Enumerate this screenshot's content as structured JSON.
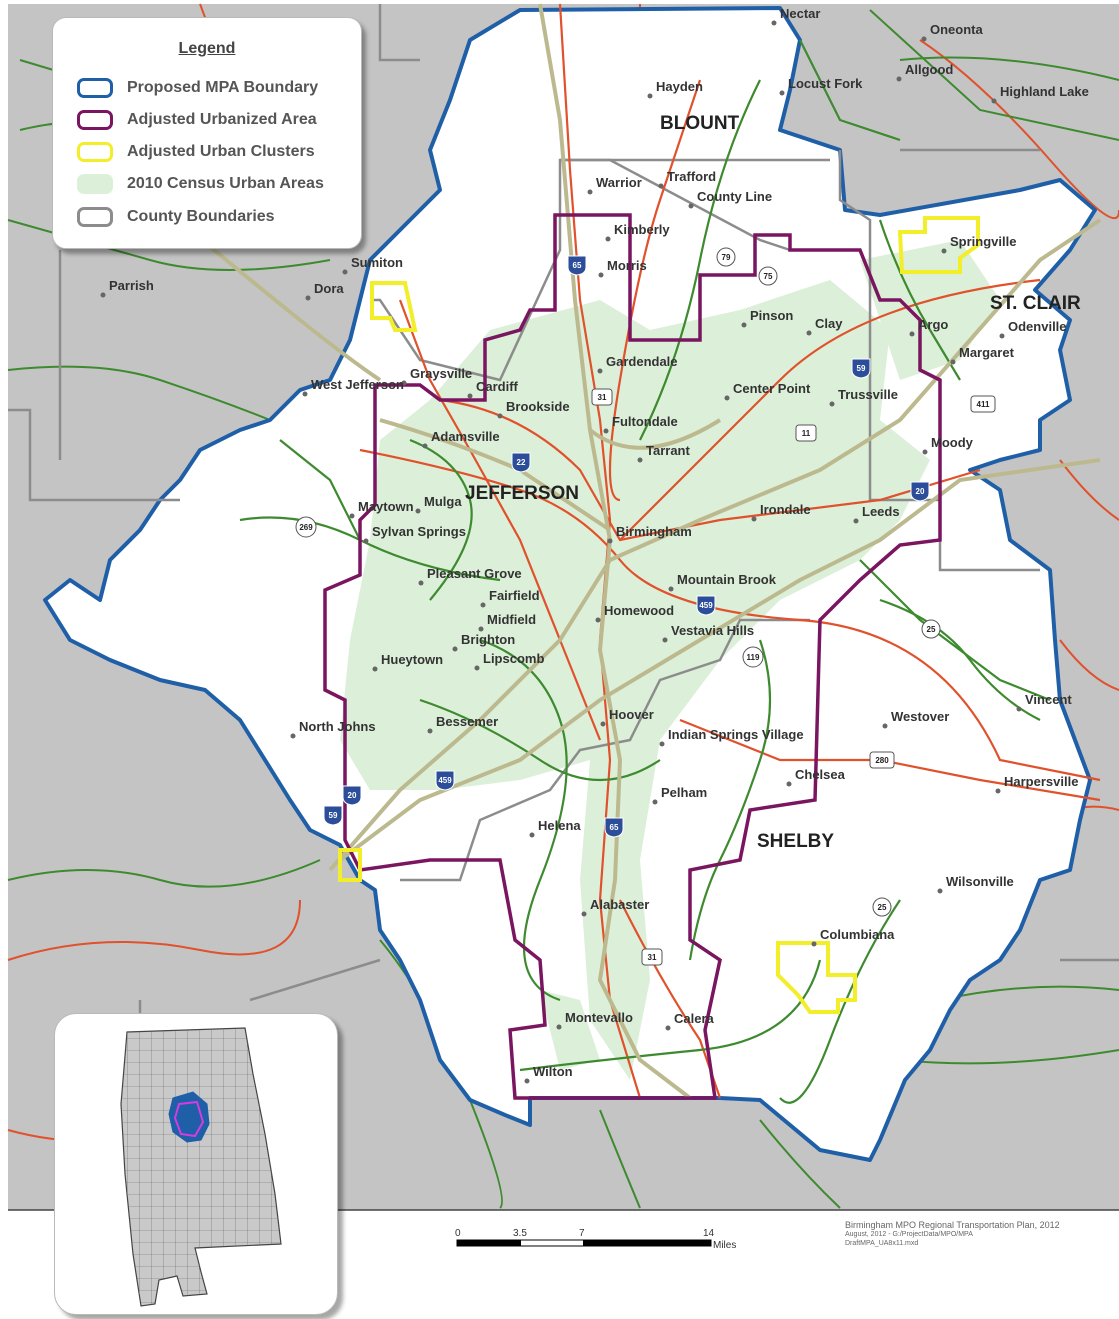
{
  "colors": {
    "mpa_boundary": "#1f5fa8",
    "urbanized_area": "#7a1560",
    "urban_clusters": "#f2ee2a",
    "census_urban": "#dcefd9",
    "county_boundary": "#8c8c8c",
    "outside": "#c4c4c4",
    "road_red": "#e0512c",
    "road_green": "#3d8a2f",
    "interstate": "#d9d6b8"
  },
  "legend": {
    "title": "Legend",
    "items": [
      {
        "label": "Proposed MPA Boundary"
      },
      {
        "label": "Adjusted Urbanized Area"
      },
      {
        "label": "Adjusted Urban Clusters"
      },
      {
        "label": "2010 Census Urban Areas"
      },
      {
        "label": "County Boundaries"
      }
    ]
  },
  "counties": [
    "BLOUNT",
    "JEFFERSON",
    "ST. CLAIR",
    "SHELBY"
  ],
  "cities": [
    "Nectar",
    "Oneonta",
    "Allgood",
    "Highland Lake",
    "Hayden",
    "Locust Fork",
    "Warrior",
    "Trafford",
    "County Line",
    "Kimberly",
    "Morris",
    "Sumiton",
    "Dora",
    "Parrish",
    "Springville",
    "Pinson",
    "Clay",
    "Argo",
    "Odenville",
    "Margaret",
    "Gardendale",
    "Graysville",
    "Cardiff",
    "West Jefferson",
    "Brookside",
    "Center Point",
    "Trussville",
    "Fultondale",
    "Adamsville",
    "Moody",
    "Tarrant",
    "Maytown",
    "Mulga",
    "Sylvan Springs",
    "Irondale",
    "Leeds",
    "Birmingham",
    "Pleasant Grove",
    "Mountain Brook",
    "Fairfield",
    "Homewood",
    "Midfield",
    "Vestavia Hills",
    "Brighton",
    "Hueytown",
    "Lipscomb",
    "Westover",
    "Vincent",
    "North Johns",
    "Bessemer",
    "Hoover",
    "Indian Springs Village",
    "Chelsea",
    "Harpersville",
    "Pelham",
    "Helena",
    "Wilsonville",
    "Alabaster",
    "Columbiana",
    "Montevallo",
    "Calera",
    "Wilton"
  ],
  "shields": [
    "65",
    "79",
    "75",
    "59",
    "31",
    "22",
    "11",
    "411",
    "20",
    "269",
    "459",
    "25",
    "119",
    "280",
    "20",
    "59",
    "459",
    "65",
    "25",
    "31"
  ],
  "scale": {
    "ticks": [
      "0",
      "3.5",
      "7",
      "14"
    ],
    "unit": "Miles"
  },
  "credits": {
    "title": "Birmingham MPO Regional Transportation Plan, 2012",
    "line1": "August, 2012 - G:/ProjectData/MPO/MPA",
    "line2": "DraftMPA_UA8x11.mxd"
  }
}
